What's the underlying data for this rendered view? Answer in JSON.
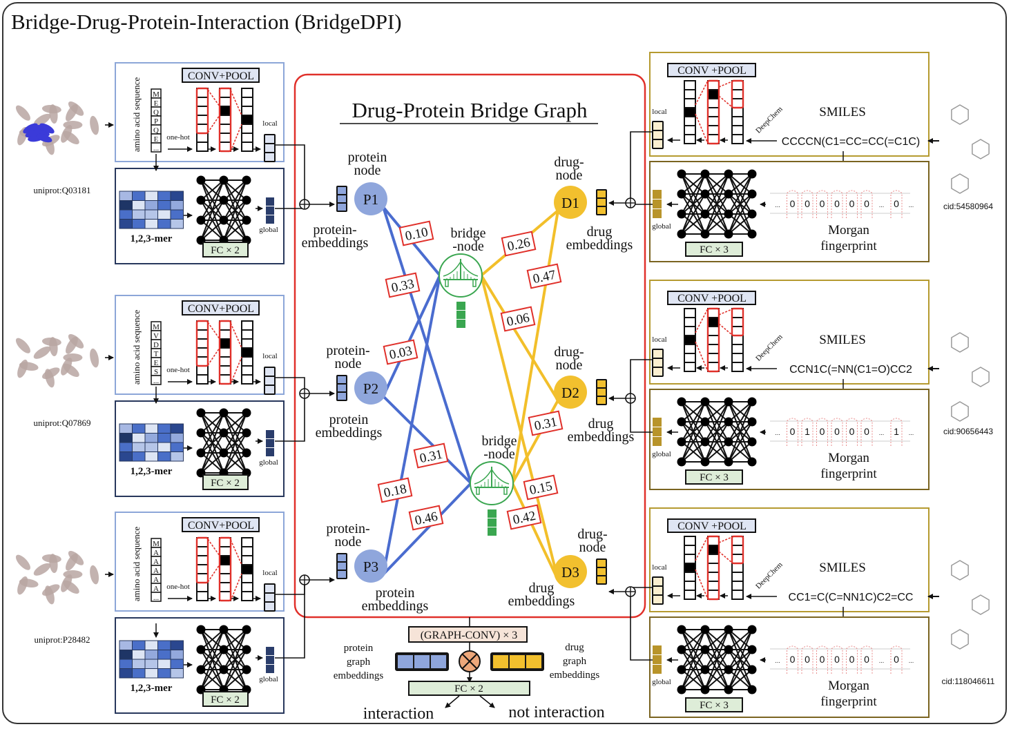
{
  "title": "Bridge-Drug-Protein-Interaction (BridgeDPI)",
  "graph": {
    "title": "Drug-Protein Bridge Graph",
    "colors": {
      "protein": "#8fa6dc",
      "protein_edge": "#4a6ccf",
      "drug": "#f2c02e",
      "drug_edge": "#f2bf2a",
      "bridge": "#3aa650",
      "frame": "#e0302a"
    },
    "protein_nodes": [
      {
        "id": "P1",
        "label_top": [
          "protein",
          "node"
        ],
        "label_bottom": [
          "protein-",
          "embeddings"
        ]
      },
      {
        "id": "P2",
        "label_top": [
          "protein-",
          "node"
        ],
        "label_bottom": [
          "protein",
          "embeddings"
        ]
      },
      {
        "id": "P3",
        "label_top": [
          "protein-",
          "node"
        ],
        "label_bottom": [
          "protein",
          "embeddings"
        ]
      }
    ],
    "drug_nodes": [
      {
        "id": "D1",
        "label_top": [
          "drug-",
          "node"
        ],
        "label_bottom": [
          "drug",
          "embeddings"
        ]
      },
      {
        "id": "D2",
        "label_top": [
          "drug-",
          "node"
        ],
        "label_bottom": [
          "drug",
          "embeddings"
        ]
      },
      {
        "id": "D3",
        "label_top": [
          "drug-",
          "node"
        ],
        "label_bottom": [
          "drug",
          "embeddings"
        ]
      }
    ],
    "bridge_nodes": [
      {
        "id": "B1",
        "label": [
          "bridge",
          "-node"
        ]
      },
      {
        "id": "B2",
        "label": [
          "bridge",
          "-node"
        ]
      }
    ],
    "edges": [
      {
        "from": "P1",
        "to": "B1",
        "weight": "0.10"
      },
      {
        "from": "P1",
        "to": "B2",
        "weight": "0.33"
      },
      {
        "from": "P2",
        "to": "B1",
        "weight": "0.03"
      },
      {
        "from": "P2",
        "to": "B2",
        "weight": "0.31"
      },
      {
        "from": "P3",
        "to": "B1",
        "weight": "0.18"
      },
      {
        "from": "P3",
        "to": "B2",
        "weight": "0.46"
      },
      {
        "from": "D1",
        "to": "B1",
        "weight": "0.26"
      },
      {
        "from": "D1",
        "to": "B2",
        "weight": "0.47"
      },
      {
        "from": "D2",
        "to": "B1",
        "weight": "0.06"
      },
      {
        "from": "D2",
        "to": "B2",
        "weight": "0.31"
      },
      {
        "from": "D3",
        "to": "B1",
        "weight": "0.15"
      },
      {
        "from": "D3",
        "to": "B2",
        "weight": "0.42"
      }
    ]
  },
  "proteins": [
    {
      "id": "uniprot:Q03181",
      "sequence": [
        "M",
        "E",
        "Q",
        "P",
        "Q",
        "E",
        "..."
      ],
      "seq_label": "amino acid sequence",
      "onehot_label": "one-hot",
      "conv_label": "CONV+POOL",
      "local_label": "local",
      "kmer_label": "1,2,3-mer",
      "global_label": "global",
      "fc_label": "FC × 2",
      "structure_color": "blue-brown"
    },
    {
      "id": "uniprot:Q07869",
      "sequence": [
        "M",
        "V",
        "D",
        "T",
        "E",
        "S",
        "..."
      ],
      "seq_label": "amino acid sequence",
      "onehot_label": "one-hot",
      "conv_label": "CONV+POOL",
      "local_label": "local",
      "kmer_label": "1,2,3-mer",
      "global_label": "global",
      "fc_label": "FC × 2",
      "structure_color": "brown"
    },
    {
      "id": "uniprot:P28482",
      "sequence": [
        "M",
        "A",
        "A",
        "A",
        "A",
        "A",
        "..."
      ],
      "seq_label": "amino acid sequence",
      "onehot_label": "one-hot",
      "conv_label": "CONV+POOL",
      "local_label": "local",
      "kmer_label": "1,2,3-mer",
      "global_label": "global",
      "fc_label": "FC × 2",
      "structure_color": "brown"
    }
  ],
  "drugs": [
    {
      "id": "cid:54580964",
      "smiles": "CCCCN(C1=CC=CC(=C1C)",
      "smiles_label": "SMILES",
      "deepchem_label": "DeepChem",
      "conv_label": "CONV +POOL",
      "local_label": "local",
      "global_label": "global",
      "fc_label": "FC × 3",
      "fingerprint_label": [
        "Morgan",
        "fingerprint"
      ],
      "fingerprint_bits": [
        "...",
        "0",
        "0",
        "0",
        "0",
        "0",
        "0",
        "...",
        "0",
        "..."
      ]
    },
    {
      "id": "cid:90656443",
      "smiles": "CCN1C(=NN(C1=O)CC2",
      "smiles_label": "SMILES",
      "deepchem_label": "DeepChem",
      "conv_label": "CONV +POOL",
      "local_label": "local",
      "global_label": "global",
      "fc_label": "FC × 3",
      "fingerprint_label": [
        "Morgan",
        "fingerprint"
      ],
      "fingerprint_bits": [
        "...",
        "0",
        "1",
        "0",
        "0",
        "0",
        "0",
        "...",
        "1",
        "..."
      ]
    },
    {
      "id": "cid:118046611",
      "smiles": "CC1=C(C=NN1C)C2=CC",
      "smiles_label": "SMILES",
      "deepchem_label": "DeepChem",
      "conv_label": "CONV +POOL",
      "local_label": "local",
      "global_label": "global",
      "fc_label": "FC × 3",
      "fingerprint_label": [
        "Morgan",
        "fingerprint"
      ],
      "fingerprint_bits": [
        "...",
        "0",
        "0",
        "0",
        "0",
        "0",
        "0",
        "...",
        "0",
        "..."
      ]
    }
  ],
  "output": {
    "graph_conv_label": "(GRAPH-CONV) × 3",
    "protein_graph_label": [
      "protein",
      "graph",
      "embeddings"
    ],
    "drug_graph_label": [
      "drug",
      "graph",
      "embeddings"
    ],
    "fc_label": "FC × 2",
    "interaction_label": "interaction",
    "not_interaction_label": "not interaction"
  }
}
